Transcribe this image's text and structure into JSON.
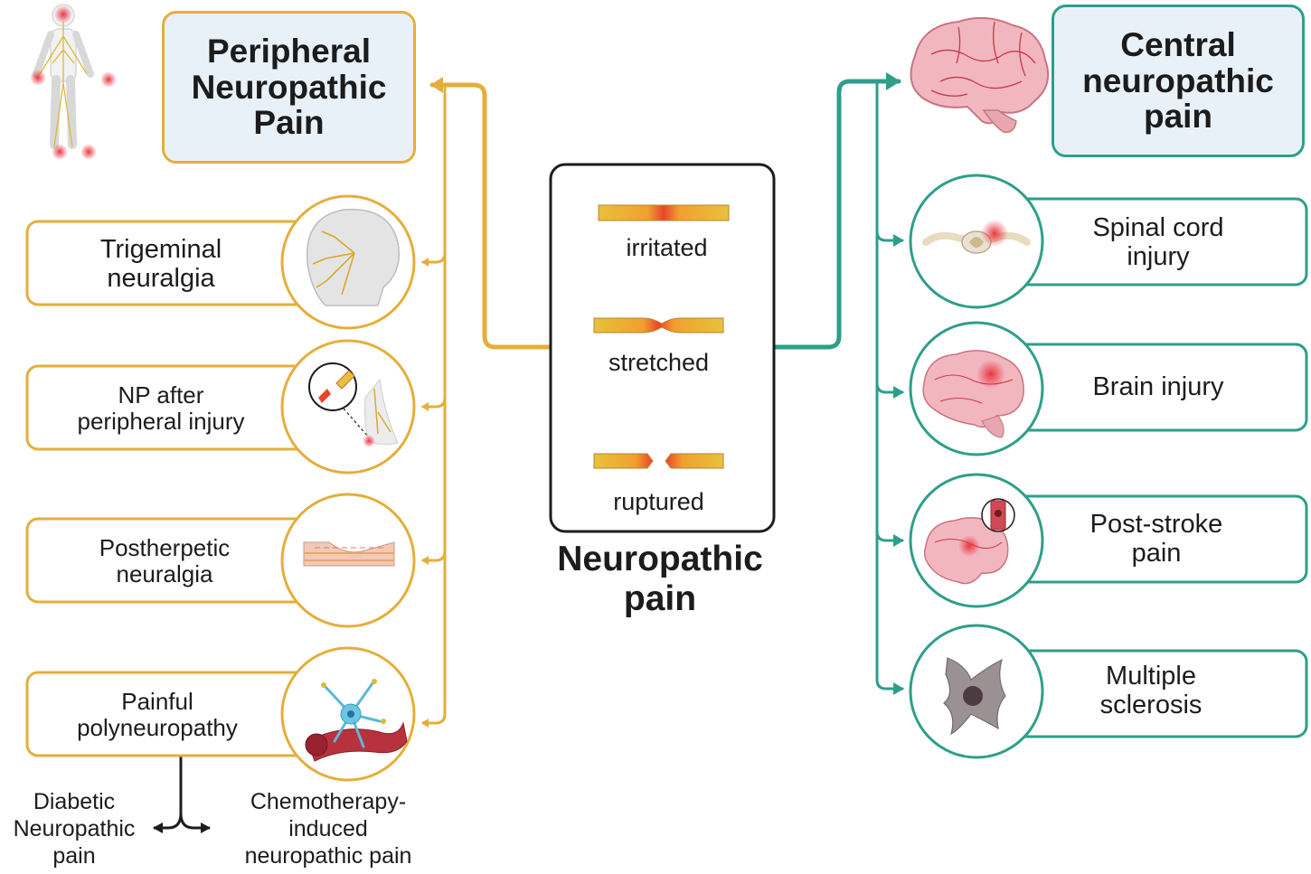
{
  "center": {
    "states": [
      "irritated",
      "stretched",
      "ruptured"
    ],
    "title_lines": [
      "Neuropathic",
      "pain"
    ]
  },
  "peripheral": {
    "title_lines": [
      "Peripheral",
      "Neuropathic",
      "Pain"
    ],
    "items": [
      {
        "lines": [
          "Trigeminal",
          "neuralgia"
        ],
        "icon": "skull-nerves-icon"
      },
      {
        "lines": [
          "NP after",
          "peripheral injury"
        ],
        "icon": "cut-nerve-icon"
      },
      {
        "lines": [
          "Postherpetic",
          "neuralgia"
        ],
        "icon": "skin-layer-icon"
      },
      {
        "lines": [
          "Painful",
          "polyneuropathy"
        ],
        "icon": "neuron-vessel-icon"
      }
    ],
    "subtypes": [
      {
        "lines": [
          "Diabetic",
          "Neuropathic",
          "pain"
        ]
      },
      {
        "lines": [
          "Chemotherapy-",
          "induced",
          "neuropathic pain"
        ]
      }
    ]
  },
  "central": {
    "title_lines": [
      "Central",
      "neuropathic",
      "pain"
    ],
    "items": [
      {
        "lines": [
          "Spinal cord",
          "injury"
        ],
        "icon": "spinal-cord-icon"
      },
      {
        "lines": [
          "Brain injury"
        ],
        "icon": "brain-injury-icon"
      },
      {
        "lines": [
          "Post-stroke",
          "pain"
        ],
        "icon": "stroke-brain-icon"
      },
      {
        "lines": [
          "Multiple",
          "sclerosis"
        ],
        "icon": "lesion-icon"
      }
    ]
  },
  "colors": {
    "peripheral": "#e5ae3a",
    "central": "#2e9e8a",
    "title_fill": "#e9f1f8",
    "brain": "#f2b6be",
    "vessel": "#c63a4a"
  }
}
